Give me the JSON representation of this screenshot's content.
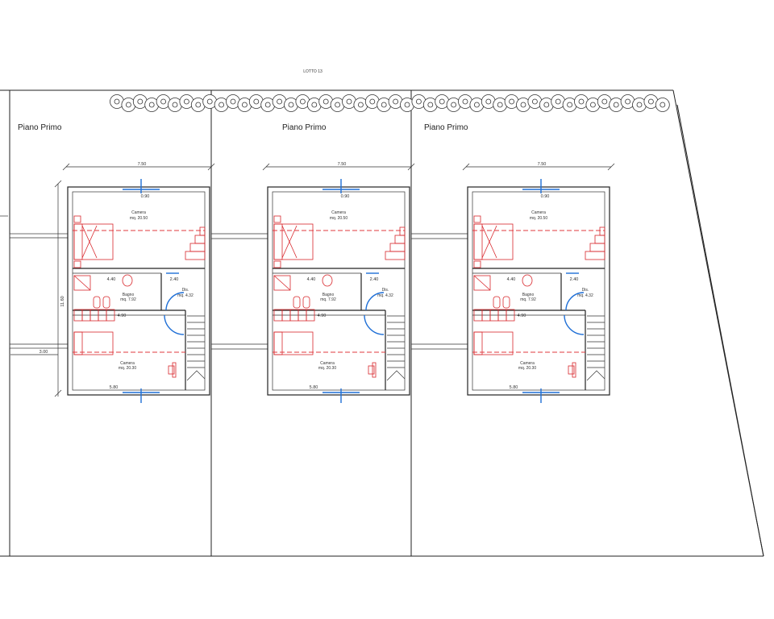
{
  "header": {
    "title": "LOTTO 13"
  },
  "units": [
    {
      "title": "Piano Primo",
      "rooms": {
        "camera_top_name": "Camera",
        "camera_top_area": "mq. 20.50",
        "bagno_name": "Bagno",
        "bagno_area": "mq. 7.92",
        "disimpegno_name": "Dis.",
        "disimpegno_area": "mq. 4.32",
        "camera_bottom_name": "Camera",
        "camera_bottom_area": "mq. 20.30"
      },
      "dims": {
        "width": "7.50",
        "top_window": "0.90",
        "bagno_w": "4.40",
        "dis_w": "2.40",
        "mid": "4.90",
        "bottom": "5.80",
        "height": "11.60",
        "balcony": "3.00"
      }
    },
    {
      "title": "Piano Primo",
      "rooms": {
        "camera_top_name": "Camera",
        "camera_top_area": "mq. 20.50",
        "bagno_name": "Bagno",
        "bagno_area": "mq. 7.92",
        "disimpegno_name": "Dis.",
        "disimpegno_area": "mq. 4.32",
        "camera_bottom_name": "Camera",
        "camera_bottom_area": "mq. 20.30"
      },
      "dims": {
        "width": "7.50",
        "top_window": "0.90",
        "bagno_w": "4.40",
        "dis_w": "2.40",
        "mid": "4.90",
        "bottom": "5.80"
      }
    },
    {
      "title": "Piano Primo",
      "rooms": {
        "camera_top_name": "Camera",
        "camera_top_area": "mq. 20.50",
        "bagno_name": "Bagno",
        "bagno_area": "mq. 7.92",
        "disimpegno_name": "Dis.",
        "disimpegno_area": "mq. 4.32",
        "camera_bottom_name": "Camera",
        "camera_bottom_area": "mq. 20.30"
      },
      "dims": {
        "width": "7.50",
        "top_window": "0.90",
        "bagno_w": "4.40",
        "dis_w": "2.40",
        "mid": "4.90",
        "bottom": "5.80"
      }
    }
  ]
}
